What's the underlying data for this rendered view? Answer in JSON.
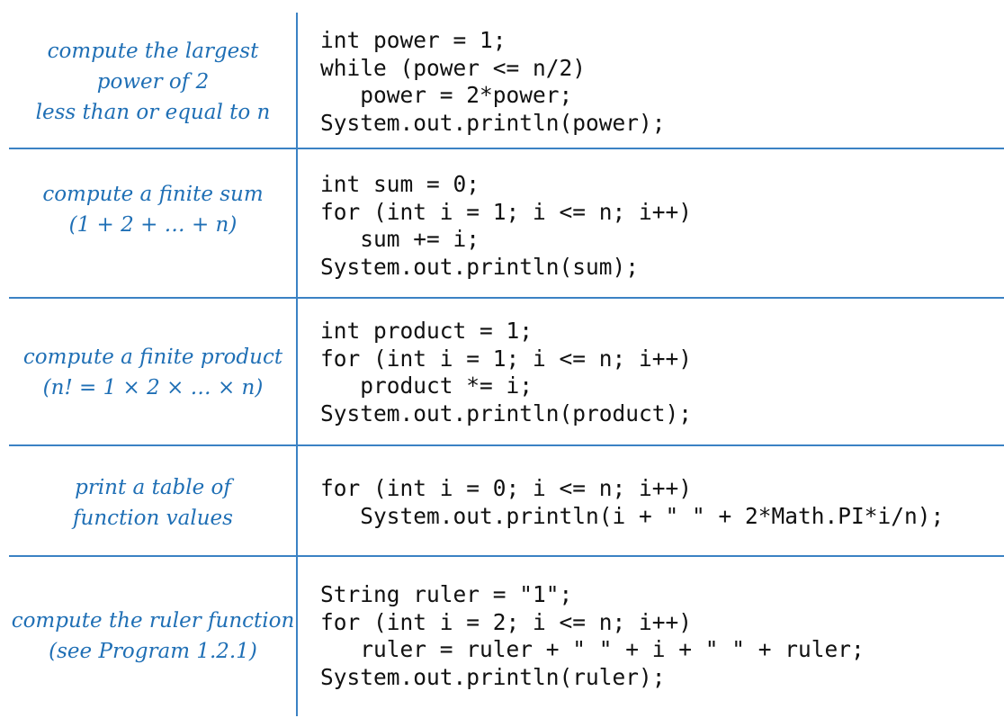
{
  "accent_color": "#1f6fb5",
  "rows": [
    {
      "description": [
        "compute the largest",
        "power of 2",
        "less than or equal to n"
      ],
      "code": [
        "int power = 1;",
        "while (power <= n/2)",
        "   power = 2*power;",
        "System.out.println(power);"
      ]
    },
    {
      "description": [
        "compute a finite sum",
        "(1 + 2 + … + n)"
      ],
      "code": [
        "int sum = 0;",
        "for (int i = 1; i <= n; i++)",
        "   sum += i;",
        "System.out.println(sum);"
      ]
    },
    {
      "description": [
        "compute a finite product",
        "(n! = 1 × 2 ×  … × n)"
      ],
      "code": [
        "int product = 1;",
        "for (int i = 1; i <= n; i++)",
        "   product *= i;",
        "System.out.println(product);"
      ]
    },
    {
      "description": [
        "print a table of",
        "function values"
      ],
      "code": [
        "for (int i = 0; i <= n; i++)",
        "   System.out.println(i + \" \" + 2*Math.PI*i/n);"
      ]
    },
    {
      "description": [
        "compute the ruler function",
        "(see Program 1.2.1)"
      ],
      "code": [
        "String ruler = \"1\";",
        "for (int i = 2; i <= n; i++)",
        "   ruler = ruler + \" \" + i + \" \" + ruler;",
        "System.out.println(ruler);"
      ]
    }
  ]
}
